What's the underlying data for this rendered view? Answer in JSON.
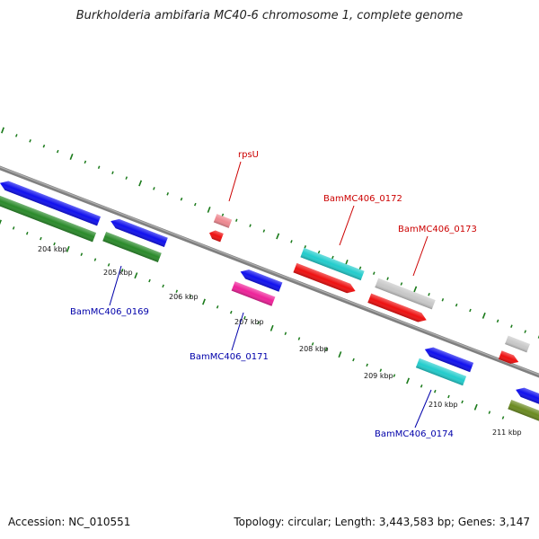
{
  "title": "Burkholderia ambifaria MC40-6 chromosome 1, complete genome",
  "footer": {
    "accession": "Accession: NC_010551",
    "stats": "Topology: circular; Length: 3,443,583 bp; Genes: 3,147"
  },
  "colors": {
    "backbone": "#808080",
    "tick": "#1a7a1a",
    "forward_label": "#cc0000",
    "reverse_label": "#0000aa",
    "blue": "#1010ee",
    "green": "#2a8a2a",
    "olive": "#6a8a20",
    "cyan": "#22cccc",
    "red": "#ee1010",
    "pink": "#ee8890",
    "magenta": "#ee2299",
    "grey": "#c8c8c8"
  },
  "ticks": [
    {
      "label": "204 kbp"
    },
    {
      "label": "205 kbp"
    },
    {
      "label": "206 kbp"
    },
    {
      "label": "207 kbp"
    },
    {
      "label": "208 kbp"
    },
    {
      "label": "209 kbp"
    },
    {
      "label": "210 kbp"
    },
    {
      "label": "211 kbp"
    }
  ],
  "gene_labels": [
    {
      "text": "rpsU",
      "strand": "forward"
    },
    {
      "text": "BamMC406_0172",
      "strand": "forward"
    },
    {
      "text": "BamMC406_0173",
      "strand": "forward"
    },
    {
      "text": "BamMC406_0169",
      "strand": "reverse"
    },
    {
      "text": "BamMC406_0171",
      "strand": "reverse"
    },
    {
      "text": "BamMC406_0174",
      "strand": "reverse"
    }
  ],
  "features": [
    {
      "id": "f1",
      "color": "blue",
      "direction": "left"
    },
    {
      "id": "f2",
      "color": "green",
      "direction": "none"
    },
    {
      "id": "f3",
      "color": "blue",
      "direction": "left"
    },
    {
      "id": "f4",
      "color": "green",
      "direction": "none"
    },
    {
      "id": "f5",
      "color": "pink",
      "direction": "none"
    },
    {
      "id": "f6",
      "color": "red",
      "direction": "left"
    },
    {
      "id": "f7",
      "color": "blue",
      "direction": "left"
    },
    {
      "id": "f8",
      "color": "magenta",
      "direction": "none"
    },
    {
      "id": "f9",
      "color": "cyan",
      "direction": "none"
    },
    {
      "id": "f10",
      "color": "red",
      "direction": "right"
    },
    {
      "id": "f11",
      "color": "grey",
      "direction": "none"
    },
    {
      "id": "f12",
      "color": "red",
      "direction": "right"
    },
    {
      "id": "f13",
      "color": "blue",
      "direction": "left"
    },
    {
      "id": "f14",
      "color": "cyan",
      "direction": "none"
    },
    {
      "id": "f15",
      "color": "grey",
      "direction": "none"
    },
    {
      "id": "f16",
      "color": "red",
      "direction": "right"
    },
    {
      "id": "f17",
      "color": "blue",
      "direction": "left"
    },
    {
      "id": "f18",
      "color": "olive",
      "direction": "none"
    }
  ]
}
